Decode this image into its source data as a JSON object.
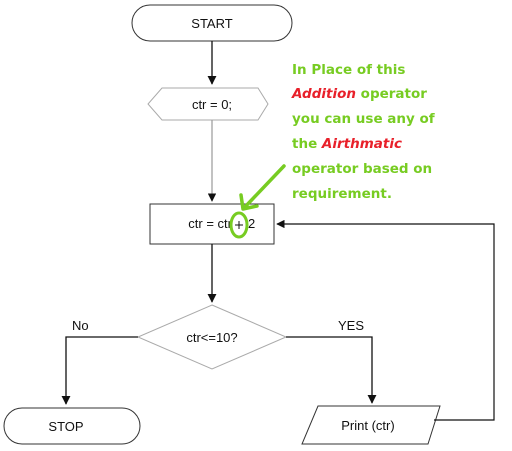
{
  "nodes": {
    "start": "START",
    "init": "ctr = 0;",
    "process_left": "ctr = ctr",
    "process_right": "2",
    "decision": "ctr<=10?",
    "stop": "STOP",
    "print": "Print (ctr)"
  },
  "edges": {
    "no_label": "No",
    "yes_label": "YES"
  },
  "note": {
    "line1": "In Place of this",
    "line2_em": "Addition",
    "line2_rest": " operator",
    "line3": "you can use any of",
    "line4_pre": "the ",
    "line4_em": "Airthmatic",
    "line5": "operator based on",
    "line6": "requirement."
  },
  "colors": {
    "note_green": "#77cc22",
    "note_red": "#e8202a",
    "stroke": "#333333",
    "connector": "#aaaaaa"
  }
}
